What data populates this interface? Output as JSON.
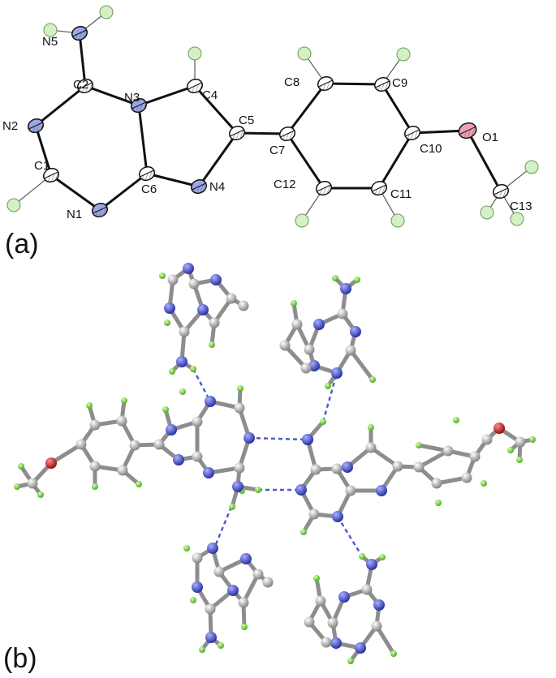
{
  "panel_a": {
    "label": "(a)",
    "atoms": [
      {
        "id": "N5",
        "label": "N5",
        "el": "N"
      },
      {
        "id": "C2",
        "label": "C2",
        "el": "C"
      },
      {
        "id": "N3",
        "label": "N3",
        "el": "N"
      },
      {
        "id": "C4",
        "label": "C4",
        "el": "C"
      },
      {
        "id": "C5",
        "label": "C5",
        "el": "C"
      },
      {
        "id": "N4",
        "label": "N4",
        "el": "N"
      },
      {
        "id": "C6",
        "label": "C6",
        "el": "C"
      },
      {
        "id": "N2",
        "label": "N2",
        "el": "N"
      },
      {
        "id": "C1",
        "label": "C1",
        "el": "C"
      },
      {
        "id": "N1",
        "label": "N1",
        "el": "N"
      },
      {
        "id": "C7",
        "label": "C7",
        "el": "C"
      },
      {
        "id": "C8",
        "label": "C8",
        "el": "C"
      },
      {
        "id": "C9",
        "label": "C9",
        "el": "C"
      },
      {
        "id": "C10",
        "label": "C10",
        "el": "C"
      },
      {
        "id": "C11",
        "label": "C11",
        "el": "C"
      },
      {
        "id": "C12",
        "label": "C12",
        "el": "C"
      },
      {
        "id": "O1",
        "label": "O1",
        "el": "O"
      },
      {
        "id": "C13",
        "label": "C13",
        "el": "C"
      }
    ],
    "bonds": [
      [
        "N5",
        "C2"
      ],
      [
        "C2",
        "N3"
      ],
      [
        "N3",
        "C4"
      ],
      [
        "C4",
        "C5"
      ],
      [
        "C5",
        "N4"
      ],
      [
        "N4",
        "C6"
      ],
      [
        "C6",
        "N3"
      ],
      [
        "C2",
        "N2"
      ],
      [
        "N2",
        "C1"
      ],
      [
        "C1",
        "N1"
      ],
      [
        "N1",
        "C6"
      ],
      [
        "C5",
        "C7"
      ],
      [
        "C7",
        "C8"
      ],
      [
        "C8",
        "C9"
      ],
      [
        "C9",
        "C10"
      ],
      [
        "C10",
        "C11"
      ],
      [
        "C11",
        "C12"
      ],
      [
        "C12",
        "C7"
      ],
      [
        "C10",
        "O1"
      ],
      [
        "O1",
        "C13"
      ]
    ]
  },
  "panel_b": {
    "label": "(b)"
  },
  "colors": {
    "carbon_ellipsoid": "#ffffff",
    "nitrogen_ellipsoid": "#9aa6e8",
    "oxygen_ellipsoid": "#f0a0b4",
    "hydrogen": "#d4f0c4",
    "ball_carbon": "#b4b4b4",
    "ball_nitrogen": "#3f4fd0",
    "ball_oxygen": "#d01818",
    "ball_hydrogen": "#78e02c",
    "hbond": "#4a5ac8"
  }
}
